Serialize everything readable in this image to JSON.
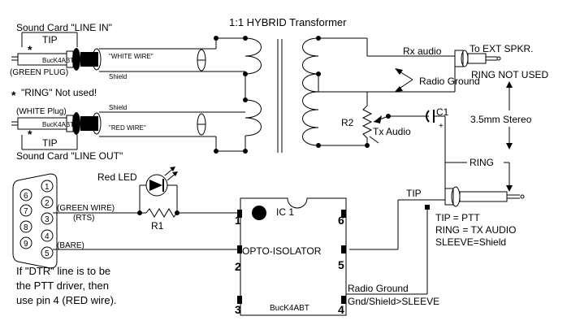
{
  "transformer": {
    "title": "1:1 HYBRID Transformer"
  },
  "sound_card": {
    "line_in": "Sound Card \"LINE IN\"",
    "line_out": "Sound Card \"LINE OUT\"",
    "tip_top": "TIP",
    "tip_bottom": "TIP",
    "plug_brand": "BucK4ABT",
    "green_plug": "(GREEN PLUG)",
    "white_plug": "(WHITE Plug)",
    "ring_note": "\"RING\" Not used!",
    "star": "*",
    "white_wire": "\"WHITE WIRE\"",
    "red_wire": "\"RED WIRE\"",
    "shield_top": "Shield",
    "shield_bottom": "Shield"
  },
  "radio": {
    "rx_audio": "Rx audio",
    "radio_ground_top": "Radio Ground",
    "to_ext_spkr": "To EXT SPKR.",
    "ring_not_used": "RING NOT USED",
    "r2": "R2",
    "tx_audio": "Tx Audio",
    "c1": "C1",
    "c1_plus": "+",
    "stereo": "3.5mm Stereo",
    "ring": "RING",
    "tip": "TIP",
    "tip_ptt": "TIP = PTT",
    "ring_tx": "RING = TX AUDIO",
    "sleeve": "SLEEVE=Shield",
    "radio_ground_bottom": "Radio Ground",
    "gnd_sleeve": "Gnd/Shield>SLEEVE"
  },
  "serial": {
    "pins_left": [
      "6",
      "7",
      "8",
      "9"
    ],
    "pins_right": [
      "1",
      "2",
      "3",
      "4",
      "5"
    ],
    "green_wire": "(GREEN WIRE)",
    "rts": "(RTS)",
    "bare": "(BARE)",
    "red_led": "Red LED",
    "r1": "R1",
    "note": [
      "If \"DTR\" line is to be",
      "the PTT driver, then",
      "use pin 4 (RED wire)."
    ]
  },
  "ic": {
    "name": "IC 1",
    "label": "OPTO-ISOLATOR",
    "brand": "BucK4ABT",
    "pins": [
      "1",
      "2",
      "3",
      "4",
      "5",
      "6"
    ]
  }
}
